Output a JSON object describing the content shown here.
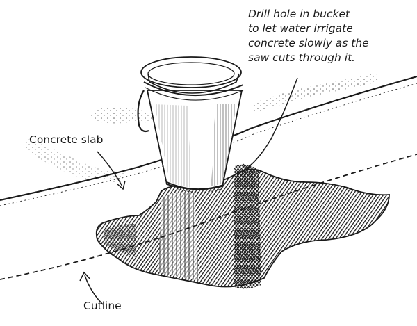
{
  "callouts": {
    "drill_note": [
      "Drill hole in bucket",
      "to let water irrigate",
      "concrete slowly as the",
      "saw cuts through it."
    ],
    "concrete_slab": "Concrete slab",
    "cutline": "Cutline"
  },
  "colors": {
    "ink": "#1a1a1a",
    "paper": "#ffffff",
    "wet": "#2a2a2a"
  }
}
